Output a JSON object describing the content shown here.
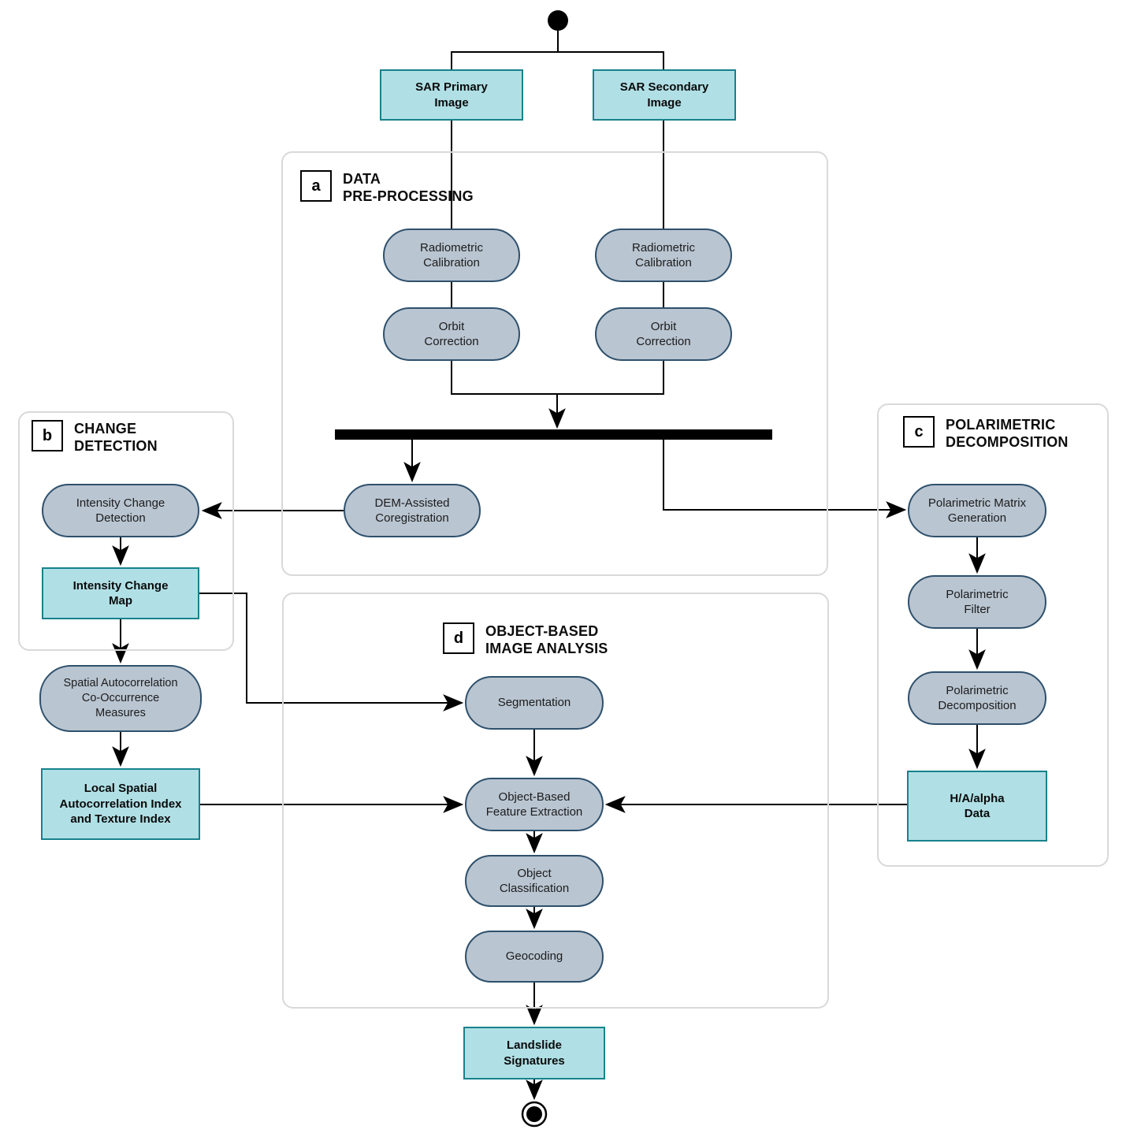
{
  "groups": {
    "a": {
      "letter": "a",
      "title": "DATA\nPRE-PROCESSING"
    },
    "b": {
      "letter": "b",
      "title": "CHANGE\nDETECTION"
    },
    "c": {
      "letter": "c",
      "title": "POLARIMETRIC\nDECOMPOSITION"
    },
    "d": {
      "letter": "d",
      "title": "OBJECT-BASED\nIMAGE ANALYSIS"
    }
  },
  "nodes": {
    "sar_primary": {
      "label": "SAR Primary\nImage",
      "type": "data"
    },
    "sar_secondary": {
      "label": "SAR Secondary\nImage",
      "type": "data"
    },
    "radiometric_calibration_primary": {
      "label": "Radiometric\nCalibration",
      "type": "process"
    },
    "radiometric_calibration_secondary": {
      "label": "Radiometric\nCalibration",
      "type": "process"
    },
    "orbit_correction_primary": {
      "label": "Orbit\nCorrection",
      "type": "process"
    },
    "orbit_correction_secondary": {
      "label": "Orbit\nCorrection",
      "type": "process"
    },
    "dem_assisted_coregistration": {
      "label": "DEM-Assisted\nCoregistration",
      "type": "process"
    },
    "intensity_change_detection": {
      "label": "Intensity Change\nDetection",
      "type": "process"
    },
    "intensity_change_map": {
      "label": "Intensity Change\nMap",
      "type": "data"
    },
    "spatial_autocorrelation": {
      "label": "Spatial Autocorrelation\nCo-Occurrence\nMeasures",
      "type": "process"
    },
    "local_spatial_index": {
      "label": "Local Spatial\nAutocorrelation Index\nand Texture Index",
      "type": "data"
    },
    "polarimetric_matrix_generation": {
      "label": "Polarimetric Matrix\nGeneration",
      "type": "process"
    },
    "polarimetric_filter": {
      "label": "Polarimetric\nFilter",
      "type": "process"
    },
    "polarimetric_decomposition": {
      "label": "Polarimetric\nDecomposition",
      "type": "process"
    },
    "ha_alpha_data": {
      "label": "H/A/alpha\nData",
      "type": "data"
    },
    "segmentation": {
      "label": "Segmentation",
      "type": "process"
    },
    "object_based_feature_extraction": {
      "label": "Object-Based\nFeature Extraction",
      "type": "process"
    },
    "object_classification": {
      "label": "Object\nClassification",
      "type": "process"
    },
    "geocoding": {
      "label": "Geocoding",
      "type": "process"
    },
    "landslide_signatures": {
      "label": "Landslide\nSignatures",
      "type": "data"
    }
  },
  "colors": {
    "process_fill": "#b9c5d1",
    "process_border": "#2e506c",
    "data_fill": "#b0e0e6",
    "data_border": "#17828c",
    "group_border": "#d9d9d9",
    "edge": "#000000",
    "fork_bar": "#000000"
  }
}
